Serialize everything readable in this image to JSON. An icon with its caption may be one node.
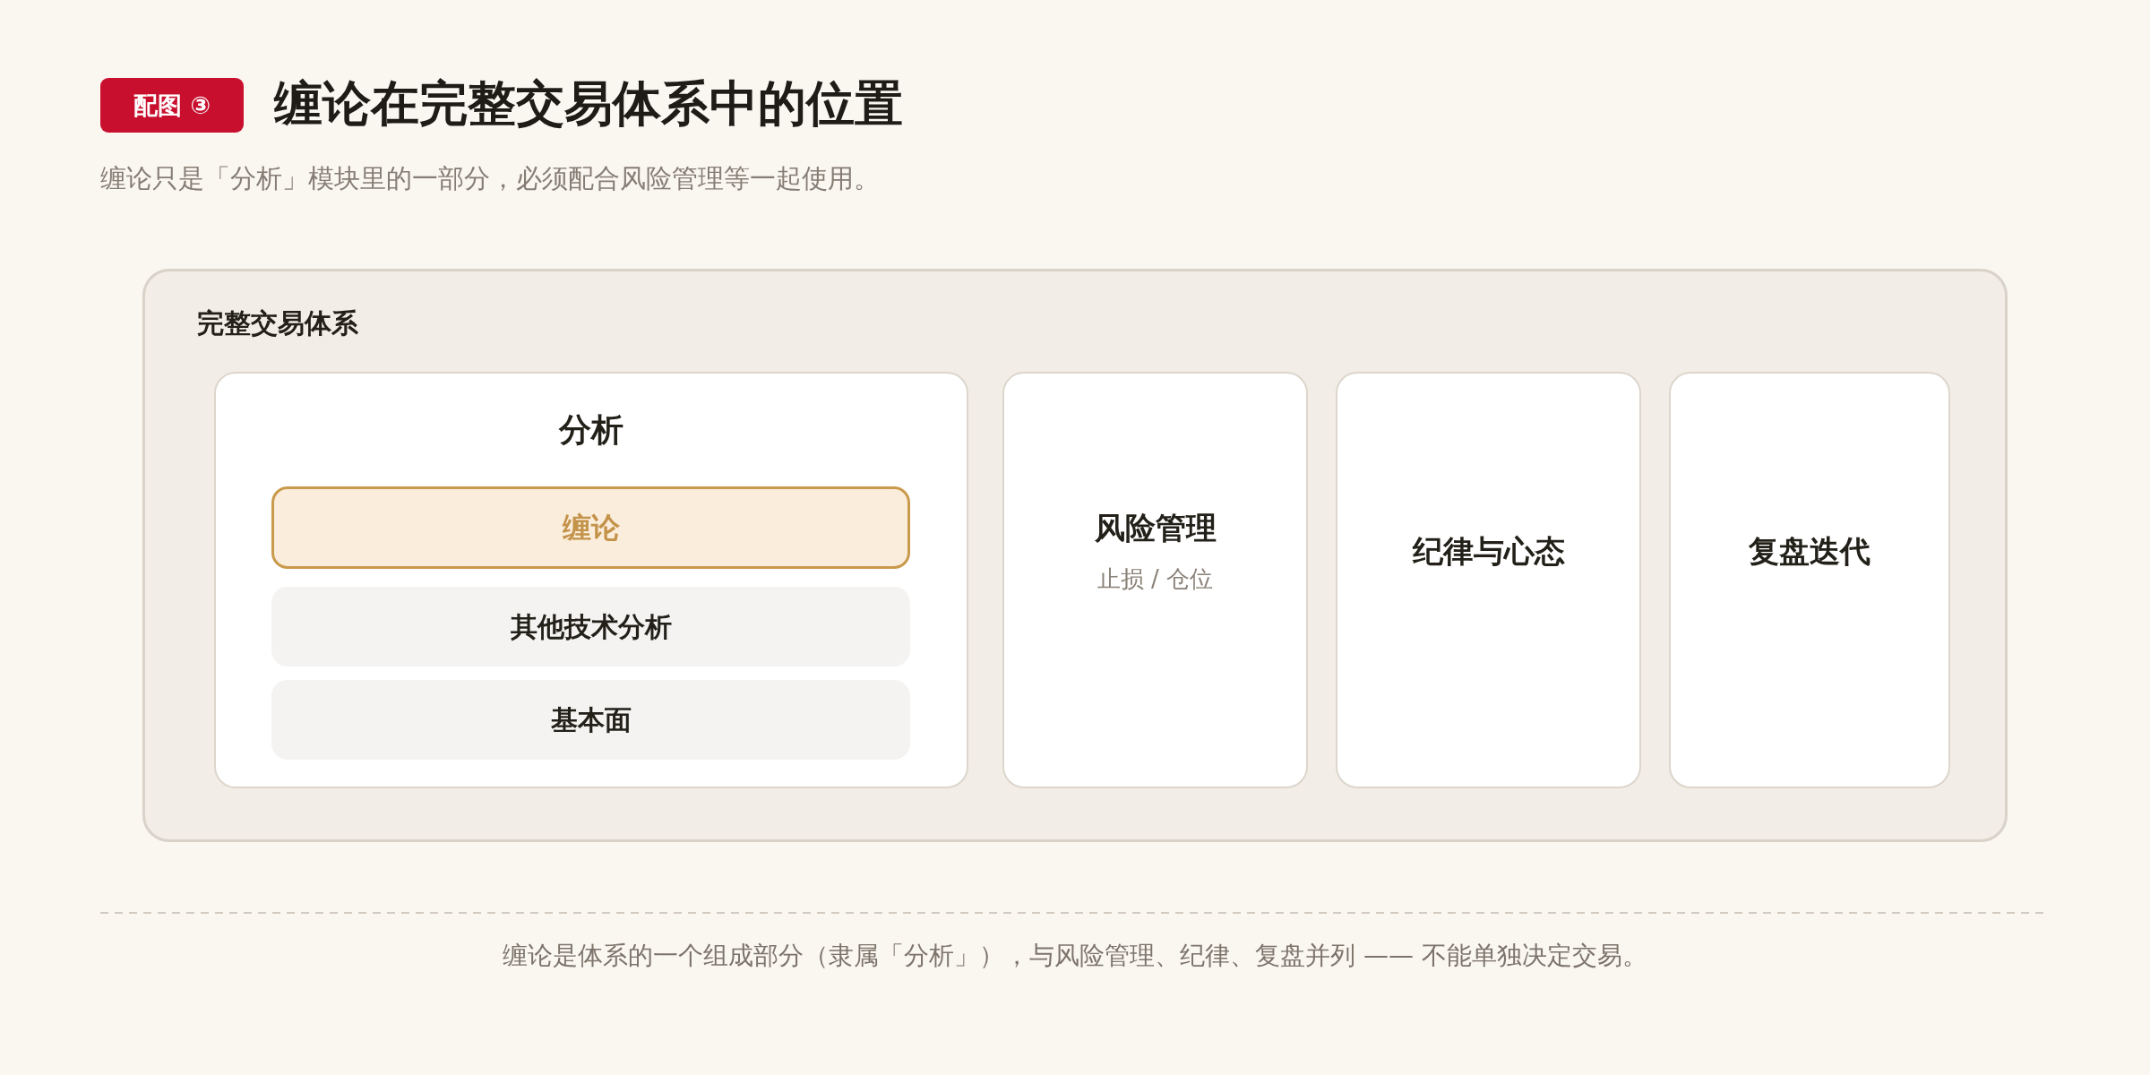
{
  "diagram": {
    "title": "缠论在完整交易体系中的位置",
    "caption": "缠论是体系的一个组成部分（隶属「分析」），与风险管理、纪律、复盘并列 —— 不能单独决定交易。",
    "nodes": [
      {
        "text": [
          "完整交易体系"
        ]
      },
      {
        "text": [
          "分析"
        ],
        "in": 0
      },
      {
        "text": [
          "缠论"
        ],
        "in": 1
      },
      {
        "text": [
          "其他技术分析"
        ],
        "in": 1
      },
      {
        "text": [
          "基本面"
        ],
        "in": 1
      },
      {
        "text": [
          "风险管理",
          "止损 / 仓位"
        ],
        "in": 0
      },
      {
        "text": [
          "纪律与心态"
        ],
        "in": 0
      },
      {
        "text": [
          "复盘迭代"
        ],
        "in": 0
      }
    ],
    "labels": [
      "配图 ③",
      "缠论只是「分析」模块里的一部分，必须配合风险管理等一起使用。"
    ]
  }
}
